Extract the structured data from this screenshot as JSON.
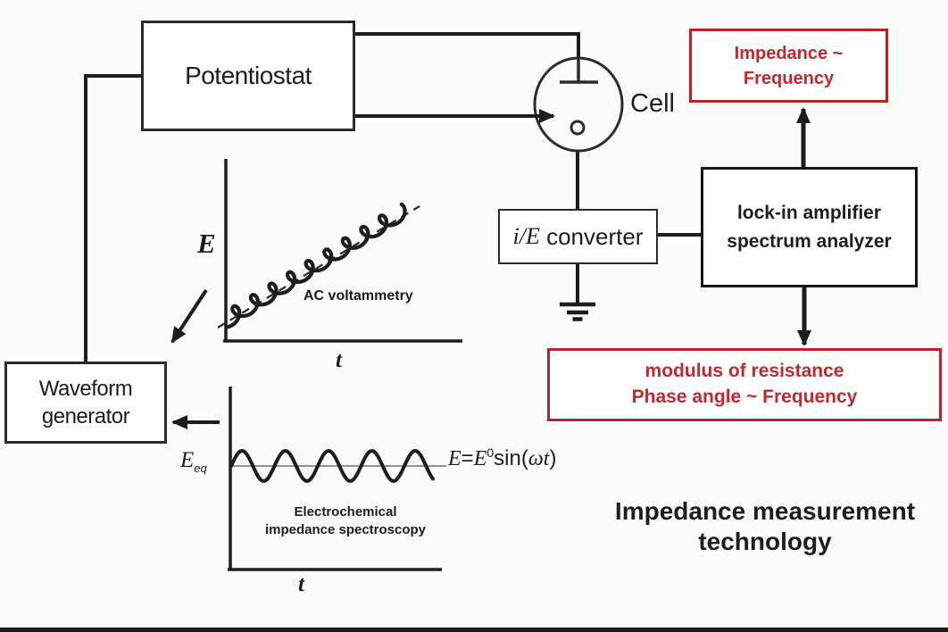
{
  "colors": {
    "accent_red_border": "#b2262b",
    "accent_red_text": "#c0292f",
    "ink": "#1d1d1d",
    "bottom_bar": "#1b1b1b"
  },
  "boxes": {
    "potentiostat": "Potentiostat",
    "waveform": {
      "l1": "Waveform",
      "l2": "generator"
    },
    "ie": {
      "italic": "i/E",
      "rest": " converter"
    },
    "lockin": {
      "l1": "lock-in amplifier",
      "l2": "spectrum analyzer"
    },
    "impedance_freq": {
      "l1": "Impedance ~",
      "l2": "Frequency"
    },
    "modulus": {
      "l1": "modulus of resistance",
      "l2": "Phase angle ~ Frequency"
    }
  },
  "labels": {
    "cell": "Cell",
    "title_l1": "Impedance measurement",
    "title_l2": "technology"
  },
  "plots": {
    "acv": {
      "y": "E",
      "x": "t",
      "caption": "AC voltammetry"
    },
    "eis": {
      "y_base": "E",
      "y_sub": "eq",
      "x": "t",
      "caption_l1": "Electrochemical",
      "caption_l2": "impedance spectroscopy",
      "f_lhs": "E",
      "f_eq": "=",
      "f_base": "E",
      "f_sup": "0",
      "f_fn": "sin(",
      "f_omega": "ω",
      "f_t": "t",
      "f_close": ")"
    }
  }
}
